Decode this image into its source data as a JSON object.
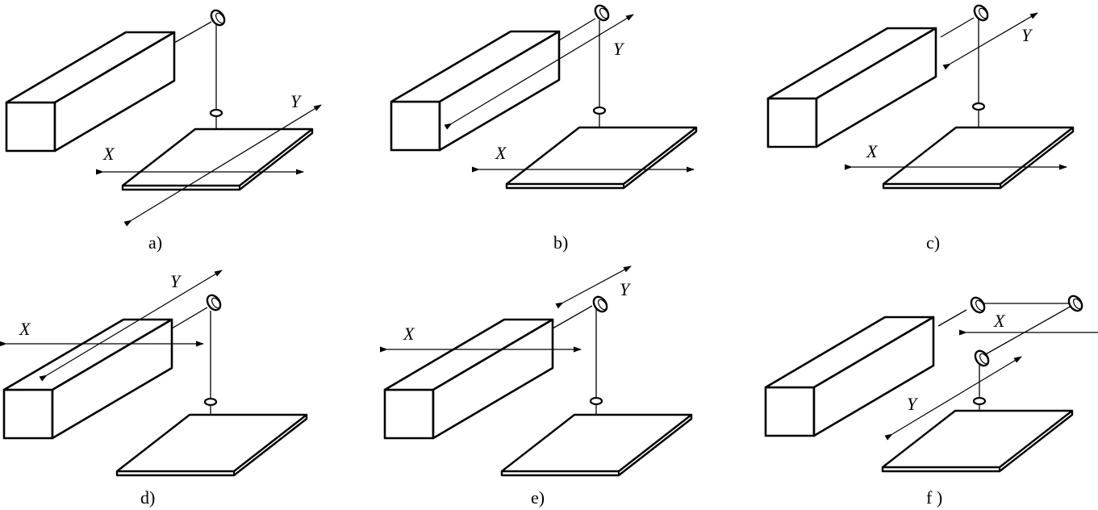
{
  "panels": [
    {
      "caption": "a)",
      "x_label": "X",
      "y_label": "Y"
    },
    {
      "caption": "b)",
      "x_label": "X",
      "y_label": "Y"
    },
    {
      "caption": "c)",
      "x_label": "X",
      "y_label": "Y"
    },
    {
      "caption": "d)",
      "x_label": "X",
      "y_label": "Y"
    },
    {
      "caption": "e)",
      "x_label": "X",
      "y_label": "Y"
    },
    {
      "caption": "f )",
      "x_label": "X",
      "y_label": "Y"
    }
  ]
}
